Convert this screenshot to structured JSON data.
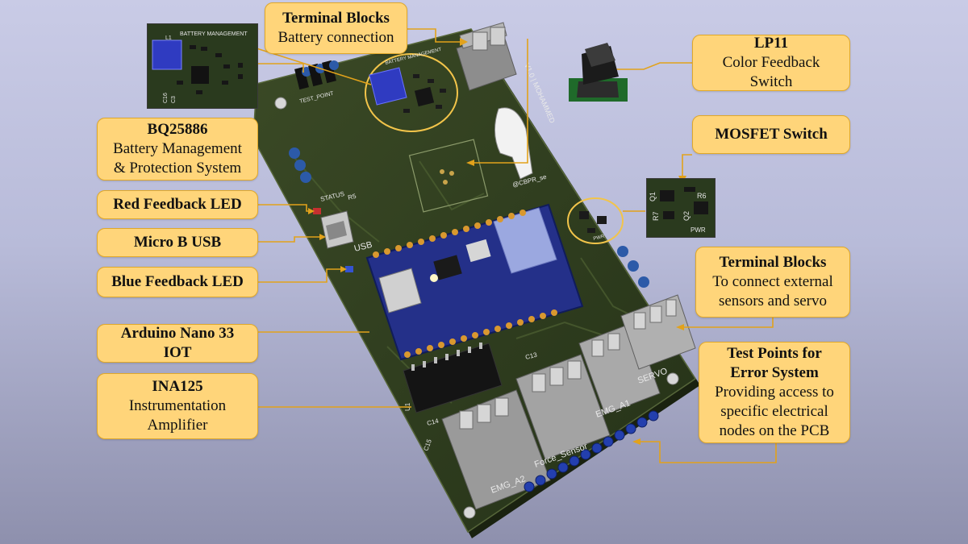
{
  "colors": {
    "callout_fill": "#ffd57a",
    "callout_border": "#e0a82a",
    "leader_line": "#e2a21b",
    "pcb_green": "#2f3f20",
    "background": "#b8bbd9"
  },
  "callouts": {
    "terminal_top": {
      "title": "Terminal Blocks",
      "body": "Battery connection"
    },
    "lp11": {
      "title": "LP11",
      "body1": "Color Feedback",
      "body2": "Switch"
    },
    "bq": {
      "title": "BQ25886",
      "body1": "Battery Management",
      "body2": "& Protection System"
    },
    "red_led": {
      "title": "Red Feedback LED"
    },
    "usb": {
      "title": "Micro B USB"
    },
    "blue_led": {
      "title": "Blue Feedback LED"
    },
    "arduino": {
      "title1": "Arduino Nano 33",
      "title2": "IOT"
    },
    "ina": {
      "title": "INA125",
      "body1": "Instrumentation",
      "body2": "Amplifier"
    },
    "mosfet": {
      "title": "MOSFET Switch"
    },
    "terminal_right": {
      "title": "Terminal Blocks",
      "body1": "To connect external",
      "body2": "sensors and servo"
    },
    "test_points": {
      "title1": "Test Points for",
      "title2": "Error System",
      "body1": "Providing access to",
      "body2": "specific electrical",
      "body3": "nodes on the PCB"
    }
  },
  "inset_battery": {
    "title": "BATTERY MANAGEMENT",
    "l1": "L1",
    "c16": "C16",
    "c3": "C3"
  },
  "inset_mosfet": {
    "q1": "Q1",
    "q2": "Q2",
    "r6": "R6",
    "r7": "R7",
    "pwr": "PWR"
  },
  "pcb": {
    "status": "STATUS",
    "r5": "R5",
    "usb": "USB",
    "test_point": "TEST_POINT",
    "battery_management": "BATTERY MANAGEMENT",
    "board_rev": "V1.0 | MOHAMMED",
    "cbpr": "@CBPR_se",
    "pwr": "PWR",
    "u1": "U1",
    "c14": "C14",
    "c15": "C15",
    "c13": "C13",
    "emg_a2": "EMG_A2",
    "force_sensor": "Force_Sensor",
    "emg_a1": "EMG_A1",
    "servo": "SERVO"
  }
}
